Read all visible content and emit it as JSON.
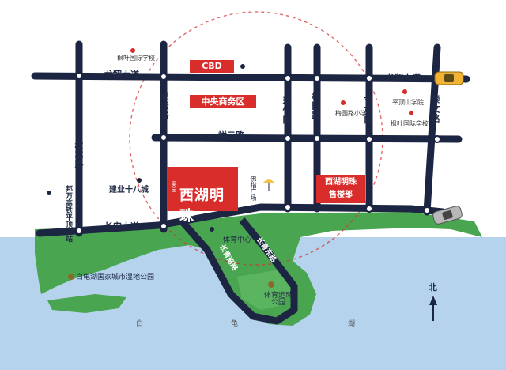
{
  "roads": {
    "longxiang_left": "龙翔大道",
    "longxiang_right": "龙翔大道",
    "xiangyun": "祥云路",
    "changan": "长安大道",
    "xiaxun": "夏耘路",
    "cuizhu": "翠竹路",
    "meiyuan": "梅园路",
    "yuying": "育英路",
    "chongwen": "崇文路",
    "qiushi": "秋实路",
    "ring_left": "长青南路",
    "ring_right": "长青东路"
  },
  "landmarks": {
    "cbd": "CBD",
    "central_business": "中央商务区",
    "project_brand": "奥园",
    "project_name": "西湖明珠",
    "sales_office_line1": "西湖明珠",
    "sales_office_line2": "售楼部",
    "jianye": "建业十八城",
    "fozhi": "佛指广场",
    "sports_center": "体育中心",
    "sports_park": "体育运动公园",
    "baigui_lake_park": "白龟湖国家城市湿地公园",
    "metro": "邦万高铁平顶山站"
  },
  "pois": {
    "fengye_school_top": "枫叶国际学校",
    "meiyuan_school": "梅园路小学",
    "pingdingshan_univ": "平顶山学院",
    "fengye_school_right": "枫叶国际学校"
  },
  "water": {
    "char1": "白",
    "char2": "龟",
    "char3": "湖"
  },
  "compass": "北",
  "colors": {
    "road": "#1c2541",
    "land": "#3f9c4a",
    "water": "#a8c9e8",
    "accent": "#d82d2a",
    "ring_line": "#d82d2a"
  }
}
